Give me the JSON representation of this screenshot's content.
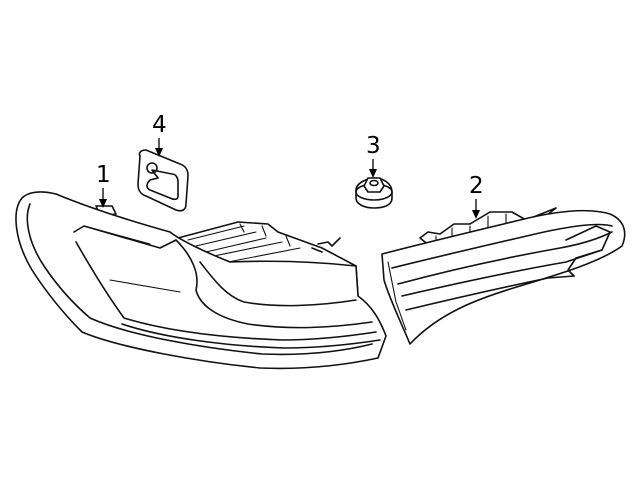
{
  "callouts": {
    "part1": "1",
    "part2": "2",
    "part3": "3",
    "part4": "4"
  },
  "colors": {
    "line": "#111111",
    "background": "#ffffff"
  }
}
